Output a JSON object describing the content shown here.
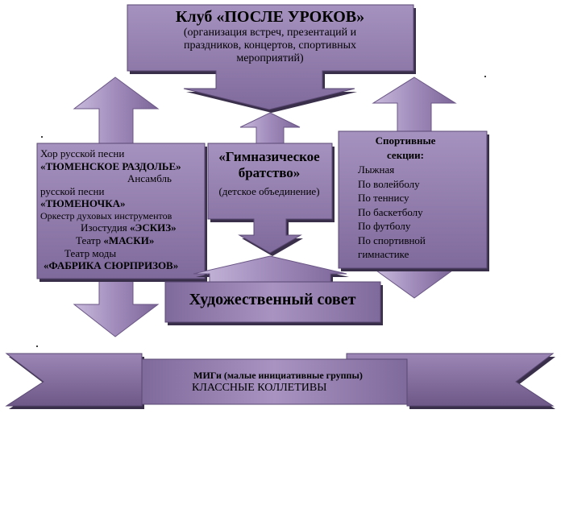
{
  "club": {
    "title": "Клуб «ПОСЛЕ УРОКОВ»",
    "description": "(организация встреч, презентаций и праздников, концертов, спортивных мероприятий)"
  },
  "left_box": {
    "lines": [
      {
        "prefix": "Хор русской песни",
        "name": ""
      },
      {
        "prefix": "",
        "name": "«ТЮМЕНСКОЕ РАЗДОЛЬЕ»"
      },
      {
        "prefix": "Ансамбль",
        "name": "",
        "indent": true
      },
      {
        "prefix": "русской песни",
        "name": ""
      },
      {
        "prefix": "",
        "name": "«ТЮМЕНОЧКА»"
      },
      {
        "prefix": "Оркестр духовых инструментов",
        "name": ""
      },
      {
        "prefix": "Изостудия ",
        "name": "«ЭСКИЗ»",
        "indent": true
      },
      {
        "prefix": "Театр ",
        "name": "«МАСКИ»",
        "indent": true
      },
      {
        "prefix": "Театр моды",
        "name": "",
        "indent": true
      },
      {
        "prefix": "",
        "name": "«ФАБРИКА СЮРПРИЗОВ»"
      }
    ]
  },
  "center_box": {
    "title": "«Гимназическое братство»",
    "description": "(детское объединение)"
  },
  "right_box": {
    "title": "Спортивные секции:",
    "items": [
      "Лыжная",
      "По волейболу",
      "По теннису",
      "По баскетболу",
      "По футболу",
      "По спортивной гимнастике"
    ]
  },
  "council": {
    "title": "Художественный совет"
  },
  "banner": {
    "line1": "МИГи (малые инициативные группы)",
    "line2": "КЛАССНЫЕ КОЛЛЕТИВЫ"
  },
  "colors": {
    "fill_light": "#b9a7cf",
    "fill_dark": "#7b6396",
    "shadow": "#3a2f4a",
    "text": "#000000"
  }
}
